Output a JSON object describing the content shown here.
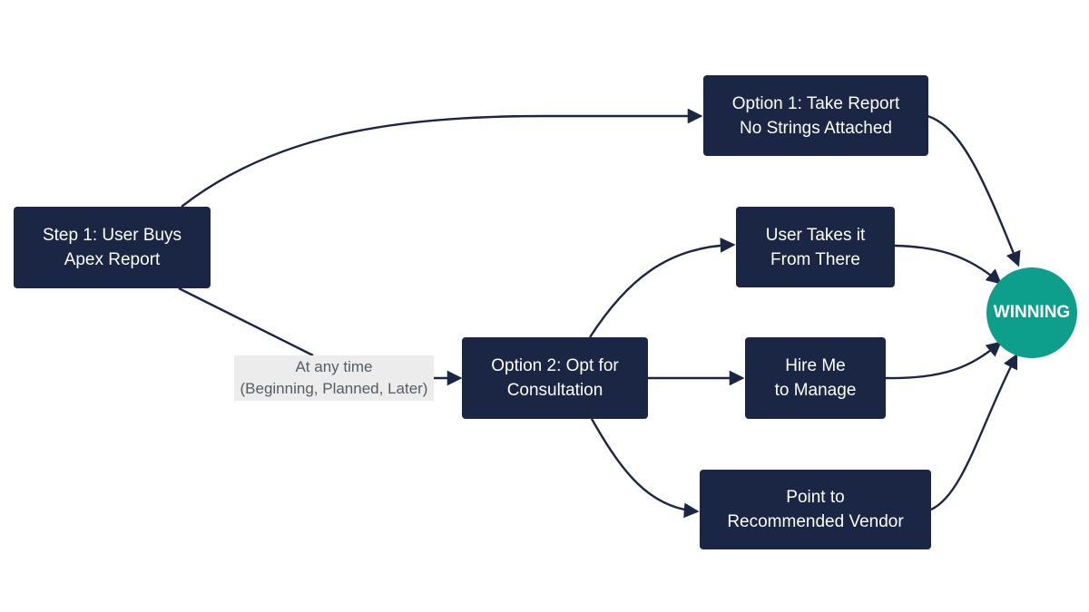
{
  "nodes": {
    "start": {
      "line1": "Step 1: User Buys",
      "line2": "Apex Report"
    },
    "option1": {
      "line1": "Option 1: Take Report",
      "line2": "No Strings Attached"
    },
    "user": {
      "line1": "User Takes it",
      "line2": "From There"
    },
    "option2": {
      "line1": "Option 2: Opt for",
      "line2": "Consultation"
    },
    "hire": {
      "line1": "Hire Me",
      "line2": "to Manage"
    },
    "vendor": {
      "line1": "Point to",
      "line2": "Recommended Vendor"
    },
    "winning": {
      "label": "WINNING"
    }
  },
  "edge_label": {
    "line1": "At any time",
    "line2": "(Beginning, Planned, Later)"
  },
  "colors": {
    "node": "#1b2645",
    "terminal": "#0e9f8c",
    "edge": "#1b2645",
    "label_bg": "#ececec"
  }
}
